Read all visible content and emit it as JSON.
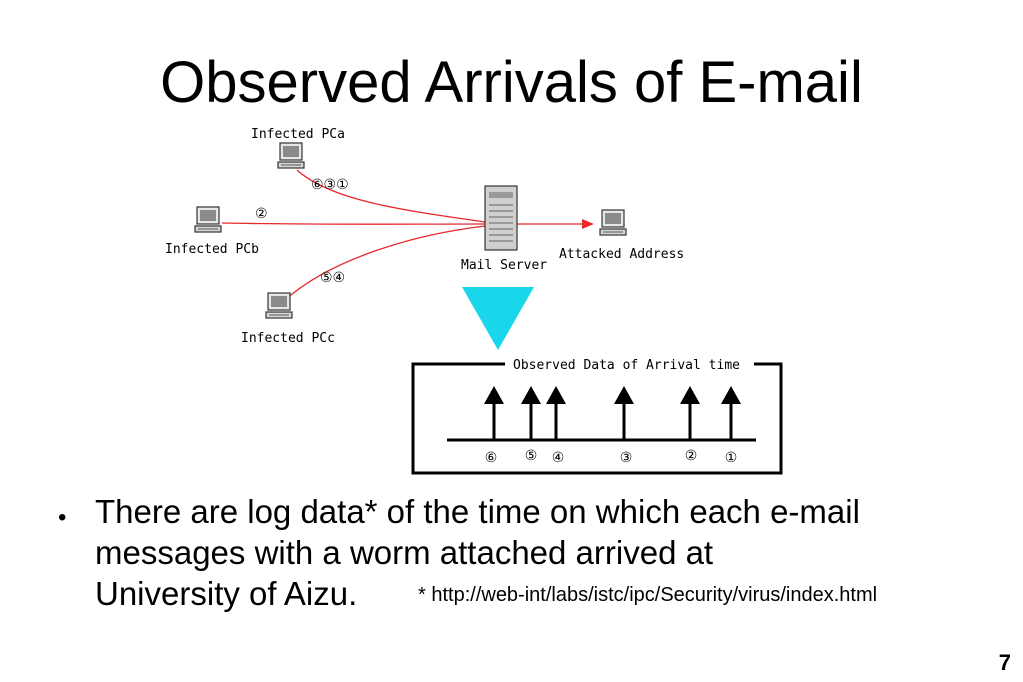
{
  "title": "Observed Arrivals of E-mail",
  "diagram": {
    "pca_label": "Infected PCa",
    "pcb_label": "Infected PCb",
    "pcc_label": "Infected PCc",
    "pca_order": "⑥③①",
    "pcb_order": "②",
    "pcc_order": "⑤④",
    "server_label": "Mail Server",
    "target_label": "Attacked Address",
    "box_title": "Observed Data of Arrival time",
    "arrival_labels": [
      "⑥",
      "⑤",
      "④",
      "③",
      "②",
      "①"
    ],
    "colors": {
      "mail_path": "#e8282b",
      "down_arrow": "#19d6ea"
    }
  },
  "bullet": {
    "text_line1": "There are log data* of the time on which each e-mail",
    "text_line2": "messages with a worm attached arrived at",
    "text_line3": "University of Aizu."
  },
  "footnote": "* http://web-int/labs/istc/ipc/Security/virus/index.html",
  "page_number": "7"
}
